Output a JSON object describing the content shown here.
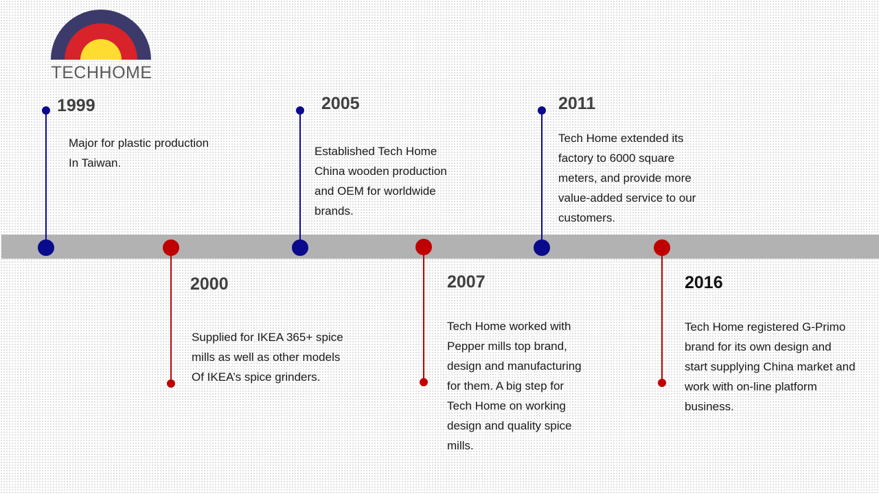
{
  "logo": {
    "text": "TECHHOME",
    "colors": {
      "outer": "#3c3a6b",
      "middle": "#d8232a",
      "inner": "#fedd2f"
    }
  },
  "colors": {
    "blue": "#0a0a8c",
    "red": "#c00000",
    "timeline_bar": "#b2b2b2",
    "year_text": "#404040"
  },
  "milestones": [
    {
      "year": "1999",
      "text": "Major for plastic production\nIn  Taiwan."
    },
    {
      "year": "2000",
      "text": "Supplied for IKEA 365+ spice\nmills as well as other models\nOf IKEA’s spice grinders."
    },
    {
      "year": "2005",
      "text": "Established Tech Home\nChina wooden production\nand OEM for worldwide\nbrands."
    },
    {
      "year": "2007",
      "text": "Tech Home worked with\nPepper mills top brand,\ndesign and manufacturing\nfor them. A big step for\nTech Home on working\ndesign and quality spice\nmills."
    },
    {
      "year": "2011",
      "text": "Tech Home  extended its\nfactory to 6000 square\nmeters, and provide more\nvalue-added service to our\ncustomers."
    },
    {
      "year": "2016",
      "text": "Tech Home registered G-Primo\nbrand for its own design and\nstart supplying China market and\nwork with on-line platform\nbusiness."
    }
  ]
}
